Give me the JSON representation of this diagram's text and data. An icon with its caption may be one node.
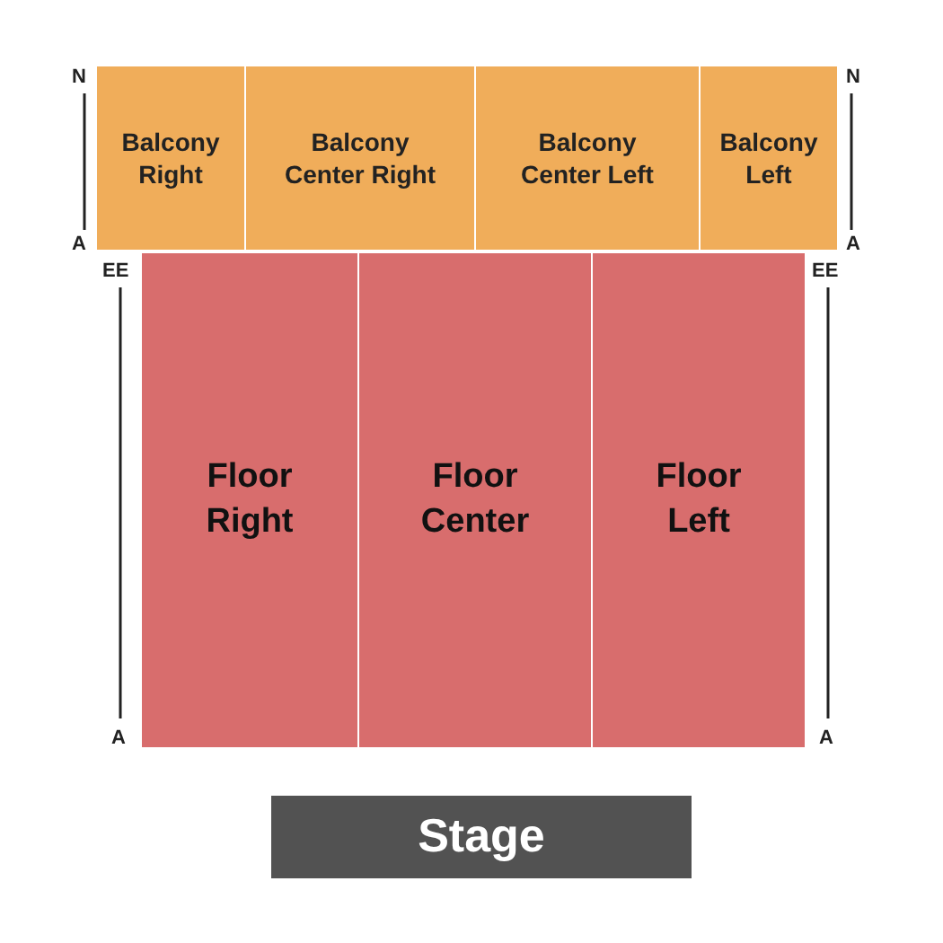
{
  "diagram": {
    "nodes": [
      {
        "text": [
          "Balcony Right"
        ]
      },
      {
        "text": [
          "Balcony Center Right"
        ]
      },
      {
        "text": [
          "Balcony Center Left"
        ]
      },
      {
        "text": [
          "Balcony Left"
        ]
      },
      {
        "text": [
          "Floor Right"
        ]
      },
      {
        "text": [
          "Floor Center"
        ]
      },
      {
        "text": [
          "Floor Left"
        ]
      },
      {
        "text": [
          "Stage"
        ]
      }
    ],
    "edges": [],
    "labels": [
      "N",
      "N",
      "A",
      "A",
      "EE",
      "EE",
      "A",
      "A"
    ]
  }
}
